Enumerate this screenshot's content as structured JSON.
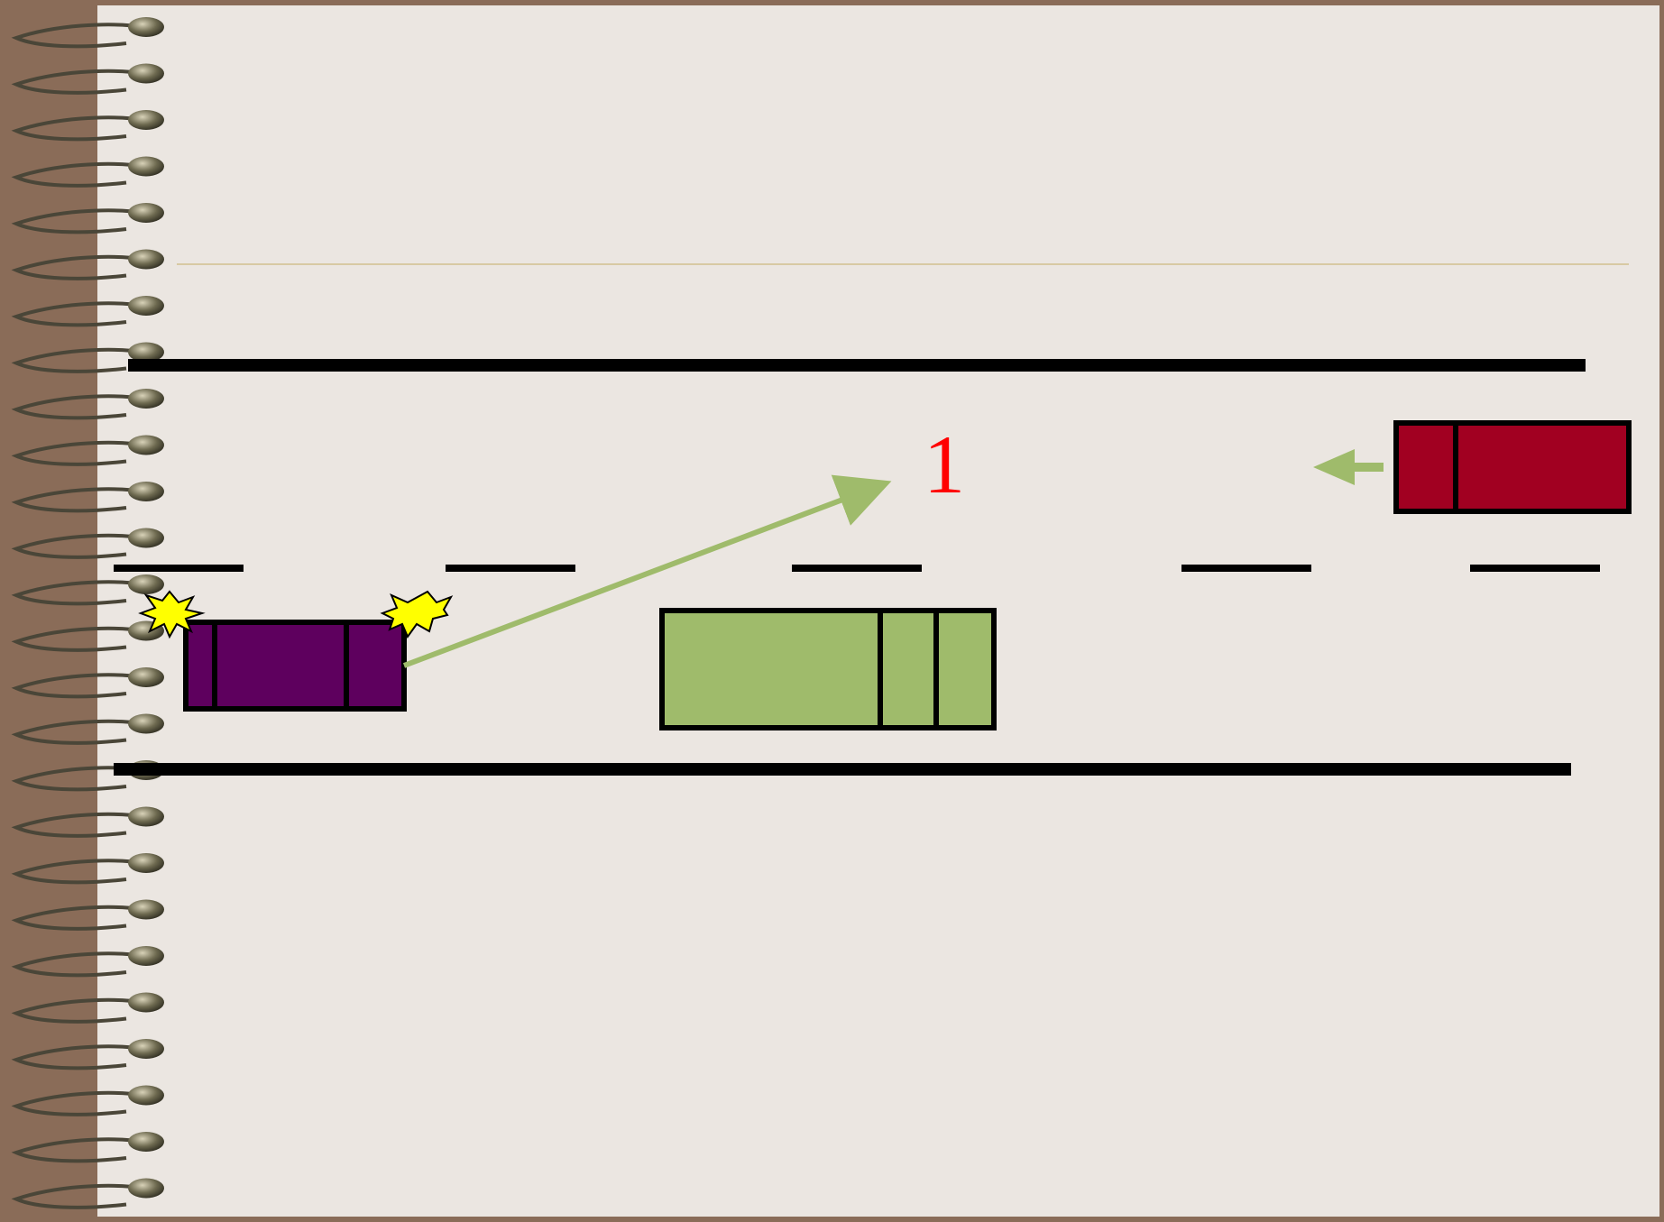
{
  "colors": {
    "frame": "#8a6c58",
    "page": "#ebe6e1",
    "binding": "#8a6c58",
    "ruled_line": "#d8c9a3",
    "road_line": "#000000",
    "vehicle_purple": "#5e005e",
    "vehicle_green": "#9fbb6b",
    "vehicle_red": "#a10021",
    "arrow": "#9fbb6b",
    "label": "#ff0000",
    "blinker": "#ffff00"
  },
  "icons": {
    "binding": "spiral-binding-icon",
    "blinker": "turn-signal-burst-icon",
    "direction": "direction-arrow-icon"
  },
  "diagram": {
    "step_label": "1",
    "vehicles": [
      {
        "name": "purple-vehicle",
        "color_key": "vehicle_purple",
        "blinking": true
      },
      {
        "name": "green-vehicle",
        "color_key": "vehicle_green",
        "blinking": false
      },
      {
        "name": "red-vehicle",
        "color_key": "vehicle_red",
        "blinking": false
      }
    ]
  }
}
